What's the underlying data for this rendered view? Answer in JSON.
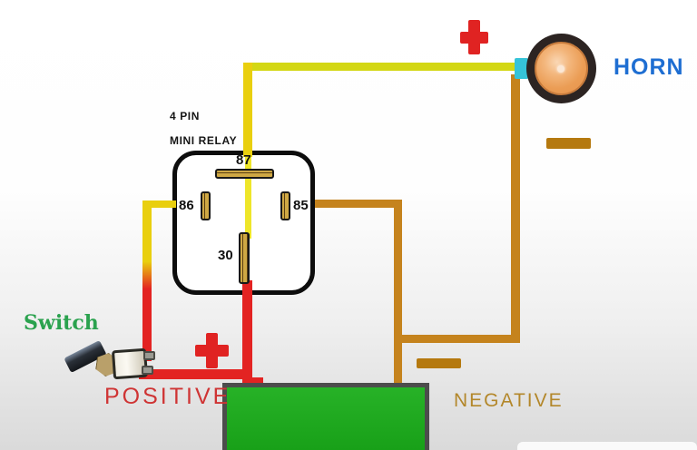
{
  "relay": {
    "title_line1": "4 PIN",
    "title_line2": "MINI RELAY",
    "pin_top": "87",
    "pin_left": "86",
    "pin_right": "85",
    "pin_bottom": "30"
  },
  "horn": {
    "label": "HORN"
  },
  "switch": {
    "label": "Switch"
  },
  "battery": {
    "positive_label": "POSITIVE",
    "negative_label": "NEGATIVE"
  },
  "colors": {
    "wire_yellow": "#d3d714",
    "wire_yellow_gold": "#e9cf0e",
    "wire_red": "#e32322",
    "wire_brown": "#c5831d",
    "plus_red": "#e02322",
    "minus_brown": "#b5790f",
    "battery_green": "#1fa81f",
    "horn_label_blue": "#1e6ed2",
    "switch_label_green": "#2aa24e",
    "positive_label_red": "#cf3434",
    "negative_label_brown": "#b3872a",
    "relay_pin_gold": "#cfa844"
  }
}
